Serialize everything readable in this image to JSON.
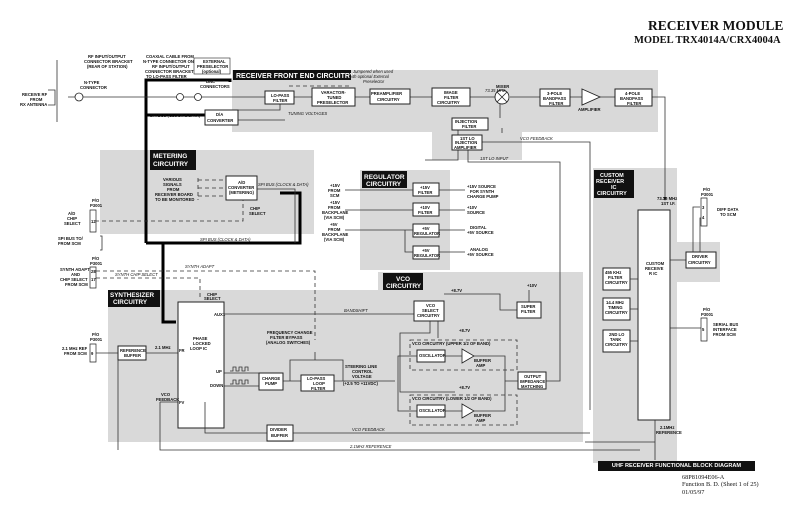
{
  "document": {
    "title": "RECEIVER MODULE",
    "subtitle": "MODEL TRX4014A/CRX4004A",
    "banner": "UHF RECEIVER FUNCTIONAL BLOCK DIAGRAM",
    "footer": [
      "68P81094E06-A",
      "Function B. D. (Sheet 1 of 25)",
      "01/05/97"
    ]
  },
  "sections": {
    "front_end": "RECEIVER FRONT END CIRCUITRY",
    "metering": [
      "METERING",
      "CIRCUITRY"
    ],
    "regulator": [
      "REGULATOR",
      "CIRCUITRY"
    ],
    "custom_rx": [
      "CUSTOM",
      "RECEIVER",
      "IC",
      "CIRCUITRY"
    ],
    "vco": [
      "VCO",
      "CIRCUITRY"
    ],
    "synth": [
      "SYNTHESIZER",
      "CIRCUITRY"
    ]
  },
  "labels": {
    "rf_bracket": [
      "RF INPUT/OUTPUT",
      "CONNECTOR BRACKET",
      "(REAR OF STATION)"
    ],
    "receive_rf": [
      "RECEIVE RF",
      "FROM",
      "RX ANTENNA"
    ],
    "ntype": [
      "N-TYPE",
      "CONNECTOR"
    ],
    "coax": [
      "COAXIAL CABLE FROM",
      "N-TYPE CONNECTOR ON",
      "RF INPUT/OUTPUT",
      "CONNECTOR BRACKET",
      "TO LO-PASS FILTER"
    ],
    "ext_presel": [
      "EXTERNAL",
      "PRESELECTOR",
      "(optional)"
    ],
    "bnc": [
      "BNC",
      "CONNECTORS"
    ],
    "jumpered": [
      "Jumpered when used",
      "with optional External",
      "Preselector"
    ],
    "spi_bus": "SPI BUS (CLOCK & DATA)",
    "tuning_voltages": "TUNING VOLTAGES",
    "mhz_73": "73.35 MHz",
    "vco_feedback": "VCO FEEDBACK",
    "lo_input": "1ST LO INPUT",
    "various": [
      "VARIOUS",
      "SIGNALS",
      "FROM",
      "RECEIVER BOARD",
      "TO BE MONITORED"
    ],
    "chip_select": [
      "CHIP",
      "SELECT"
    ],
    "po_p3001": [
      "P/O",
      "P3001"
    ],
    "ad_chip_select": [
      "A/D",
      "CHIP",
      "SELECT"
    ],
    "pin_12": "12",
    "spi_from_scm": [
      "SPI BUS TO/",
      "FROM SCM"
    ],
    "synth_adapt_cs": [
      "SYNTH ADAPT",
      "AND",
      "CHIP SELECT",
      "FROM SCM"
    ],
    "pin_28": "28",
    "pin_17": "17",
    "synth_adapt": "SYNTH ADAPT",
    "synth_chip_select": "SYNTH CHIP SELECT",
    "ref_21": [
      "2.1 MHz REF",
      "FROM SCM"
    ],
    "pin_9": "9",
    "mhz_21": "2.1 MHz",
    "aux1": "AUX1",
    "up": "UP",
    "down": "DOWN",
    "fref": "FR",
    "fin": "FV",
    "vco_fb_left": [
      "VCO",
      "FEEDBACK"
    ],
    "freq_change": [
      "FREQUENCY CHANGE",
      "FILTER BYPASS",
      "(ANALOG SWITCHES)"
    ],
    "steering": [
      "STEERING LINE",
      "CONTROL",
      "VOLTAGE",
      "(+2.5 TO +11VDC)"
    ],
    "bandshift": "BANDSHIFT",
    "ref_21_bottom": "2.1MHz REFERENCE",
    "v86": "+8.7V",
    "v10": "+10V",
    "reg_in": [
      [
        "+15V",
        "FROM",
        "SCM"
      ],
      [
        "+15V",
        "FROM",
        "BACKPLANE",
        "(VIA SCM)"
      ],
      [
        "+5V",
        "FROM",
        "BACKPLANE",
        "(VIA SCM)"
      ]
    ],
    "reg_out": [
      [
        "+15V SOURCE",
        "FOR SYNTH",
        "CHARGE PUMP"
      ],
      [
        "+10V",
        "SOURCE"
      ],
      [
        "DIGITAL",
        "+5V SOURCE"
      ],
      [
        "ANALOG",
        "+5V SOURCE"
      ]
    ],
    "if_7335": [
      "73.35 MHz",
      "1ST I.F."
    ],
    "diff_data": [
      "DIFF DATA",
      "TO SCM"
    ],
    "pins_34": [
      "3",
      "4"
    ],
    "pin_5": "5",
    "serial_bus": [
      "SERIAL BUS",
      "INTERFACE",
      "FROM SCM"
    ],
    "ref_21_right": [
      "2.1MHz",
      "REFERENCE"
    ]
  },
  "blocks": {
    "lo_pass": [
      "LO-PASS",
      "FILTER"
    ],
    "varactor": [
      "VARACTOR-",
      "TUNED",
      "PRESELECTOR"
    ],
    "preamp": [
      "PREAMPLIFIER",
      "CIRCUITRY"
    ],
    "image_filter": [
      "IMAGE",
      "FILTER",
      "CIRCUITRY"
    ],
    "mixer": "MIXER",
    "bpf3": [
      "3-POLE",
      "BANDPASS",
      "FILTER"
    ],
    "amplifier": "AMPLIFIER",
    "bpf4": [
      "4-POLE",
      "BANDPASS",
      "FILTER"
    ],
    "inj_filter": [
      "INJECTION",
      "FILTER"
    ],
    "inj_amp": [
      "1ST LO",
      "INJECTION",
      "AMPLIFIER"
    ],
    "da": [
      "D/A",
      "CONVERTER"
    ],
    "ad": [
      "A/D",
      "CONVERTER",
      "(METERING)"
    ],
    "f15": [
      "+15V",
      "FILTER"
    ],
    "f10": [
      "+10V",
      "FILTER"
    ],
    "r5a": [
      "+5V",
      "REGULATOR"
    ],
    "r5b": [
      "+5V",
      "REGULATOR"
    ],
    "custom_ic": [
      "CUSTOM",
      "RECEIVE",
      "R IC"
    ],
    "driver": [
      "DRIVER",
      "CIRCUITRY"
    ],
    "f455": [
      "455 KHz",
      "FILTER",
      "CIRCUITRY"
    ],
    "timing": [
      "14.4 MHz",
      "TIMING",
      "CIRCUITRY"
    ],
    "lo2": [
      "2ND LO",
      "TANK",
      "CIRCUITRY"
    ],
    "ref_buffer": [
      "REFERENCE",
      "BUFFER"
    ],
    "pll": [
      "PHASE",
      "LOCKED",
      "LOOP IC"
    ],
    "charge_pump": [
      "CHARGE",
      "PUMP"
    ],
    "lpf_loop": [
      "LO-PASS",
      "LOOP",
      "FILTER"
    ],
    "divider": [
      "DIVIDER",
      "BUFFER"
    ],
    "vco_select": [
      "VCO",
      "SELECT",
      "CIRCUITRY"
    ],
    "super_filter": [
      "SUPER",
      "FILTER"
    ],
    "vco_upper": "VCO CIRCUITRY (UPPER 1/2 OF BAND)",
    "vco_lower": "VCO CIRCUITRY (LOWER 1/2 OF BAND)",
    "oscillator": "OSCILLATOR",
    "buffer_amp": [
      "BUFFER",
      "AMP"
    ],
    "output_match": [
      "OUTPUT",
      "IMPEDANCE",
      "MATCHING"
    ]
  }
}
